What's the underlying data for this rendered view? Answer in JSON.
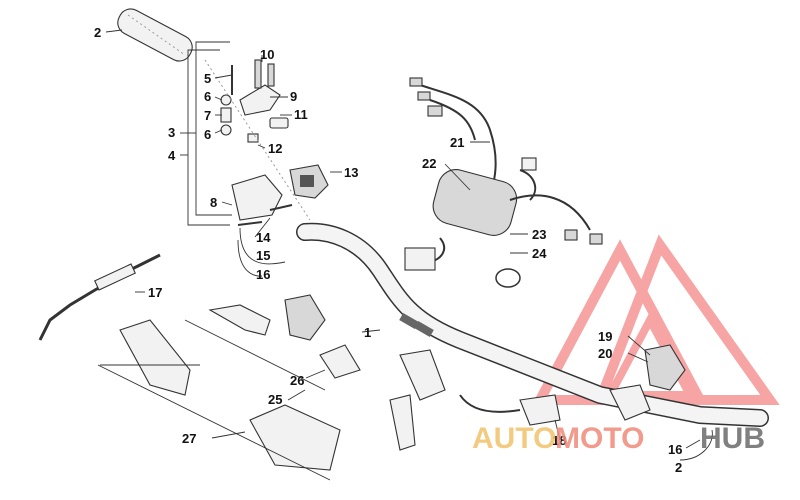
{
  "diagram": {
    "callouts": [
      "1",
      "2",
      "2",
      "3",
      "4",
      "5",
      "6",
      "6",
      "7",
      "8",
      "9",
      "10",
      "11",
      "12",
      "13",
      "14",
      "15",
      "16",
      "16",
      "17",
      "18",
      "19",
      "20",
      "21",
      "22",
      "23",
      "24",
      "25",
      "26",
      "27"
    ]
  },
  "watermark": {
    "brand_part1": "AUTO",
    "brand_part2": "MOTO",
    "brand_part3": "HUB",
    "colors": {
      "auto": "#f2c36b",
      "moto": "#f08a7a",
      "hub": "#6b6b6b",
      "logo": "#f05a5a"
    }
  }
}
